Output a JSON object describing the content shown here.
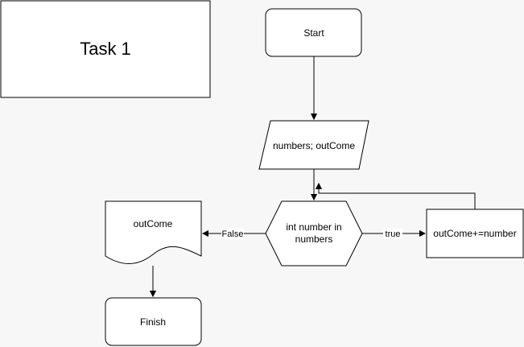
{
  "title_box": {
    "text": "Task 1"
  },
  "nodes": {
    "start": {
      "label": "Start"
    },
    "input": {
      "label": "numbers; outCome"
    },
    "loop": {
      "label_line1": "int number in",
      "label_line2": "numbers"
    },
    "accumulate": {
      "label": "outCome+=number"
    },
    "output": {
      "label": "outCome"
    },
    "finish": {
      "label": "Finish"
    }
  },
  "edges": {
    "loop_false": {
      "label": "False"
    },
    "loop_true": {
      "label": "true"
    }
  },
  "colors": {
    "background": "#f7f7f7",
    "shape_fill": "#ffffff",
    "stroke": "#000000"
  }
}
